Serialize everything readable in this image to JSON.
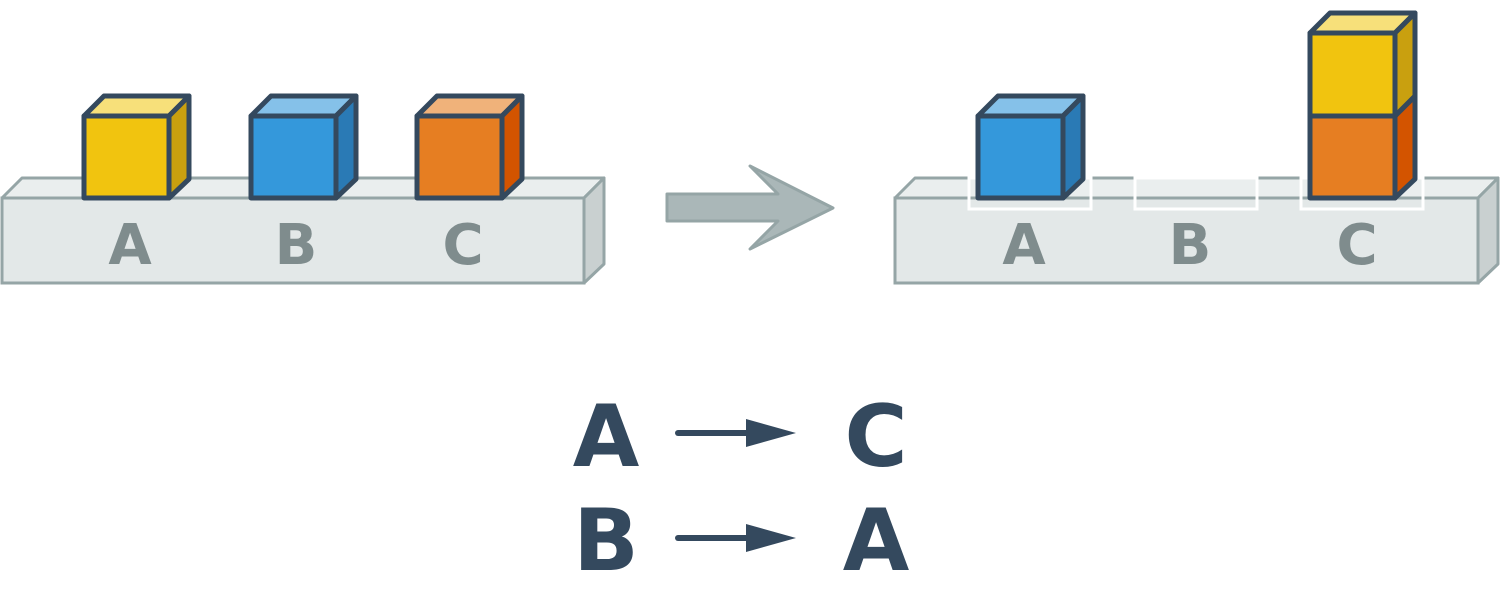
{
  "colors": {
    "yellow": "#f1c40f",
    "yellow_top": "#f7e07a",
    "yellow_side": "#c9a00f",
    "blue": "#3498db",
    "blue_top": "#85c1e9",
    "blue_side": "#2a7ab5",
    "orange": "#e67e22",
    "orange_top": "#f0b27a",
    "orange_side": "#d35400",
    "outline": "#34495e",
    "shelf": "#e3e8e8",
    "shelf_edge": "#95a5a6",
    "arrow": "#aab7b8"
  },
  "before": {
    "slots": [
      "A",
      "B",
      "C"
    ],
    "blocks": [
      {
        "slot": "A",
        "color": "yellow"
      },
      {
        "slot": "B",
        "color": "blue"
      },
      {
        "slot": "C",
        "color": "orange"
      }
    ]
  },
  "after": {
    "slots": [
      "A",
      "B",
      "C"
    ],
    "stacks": [
      {
        "slot": "A",
        "blocks": [
          "blue"
        ]
      },
      {
        "slot": "B",
        "blocks": []
      },
      {
        "slot": "C",
        "blocks": [
          "orange",
          "yellow"
        ]
      }
    ]
  },
  "rules": [
    {
      "from": "A",
      "to": "C"
    },
    {
      "from": "B",
      "to": "A"
    }
  ]
}
